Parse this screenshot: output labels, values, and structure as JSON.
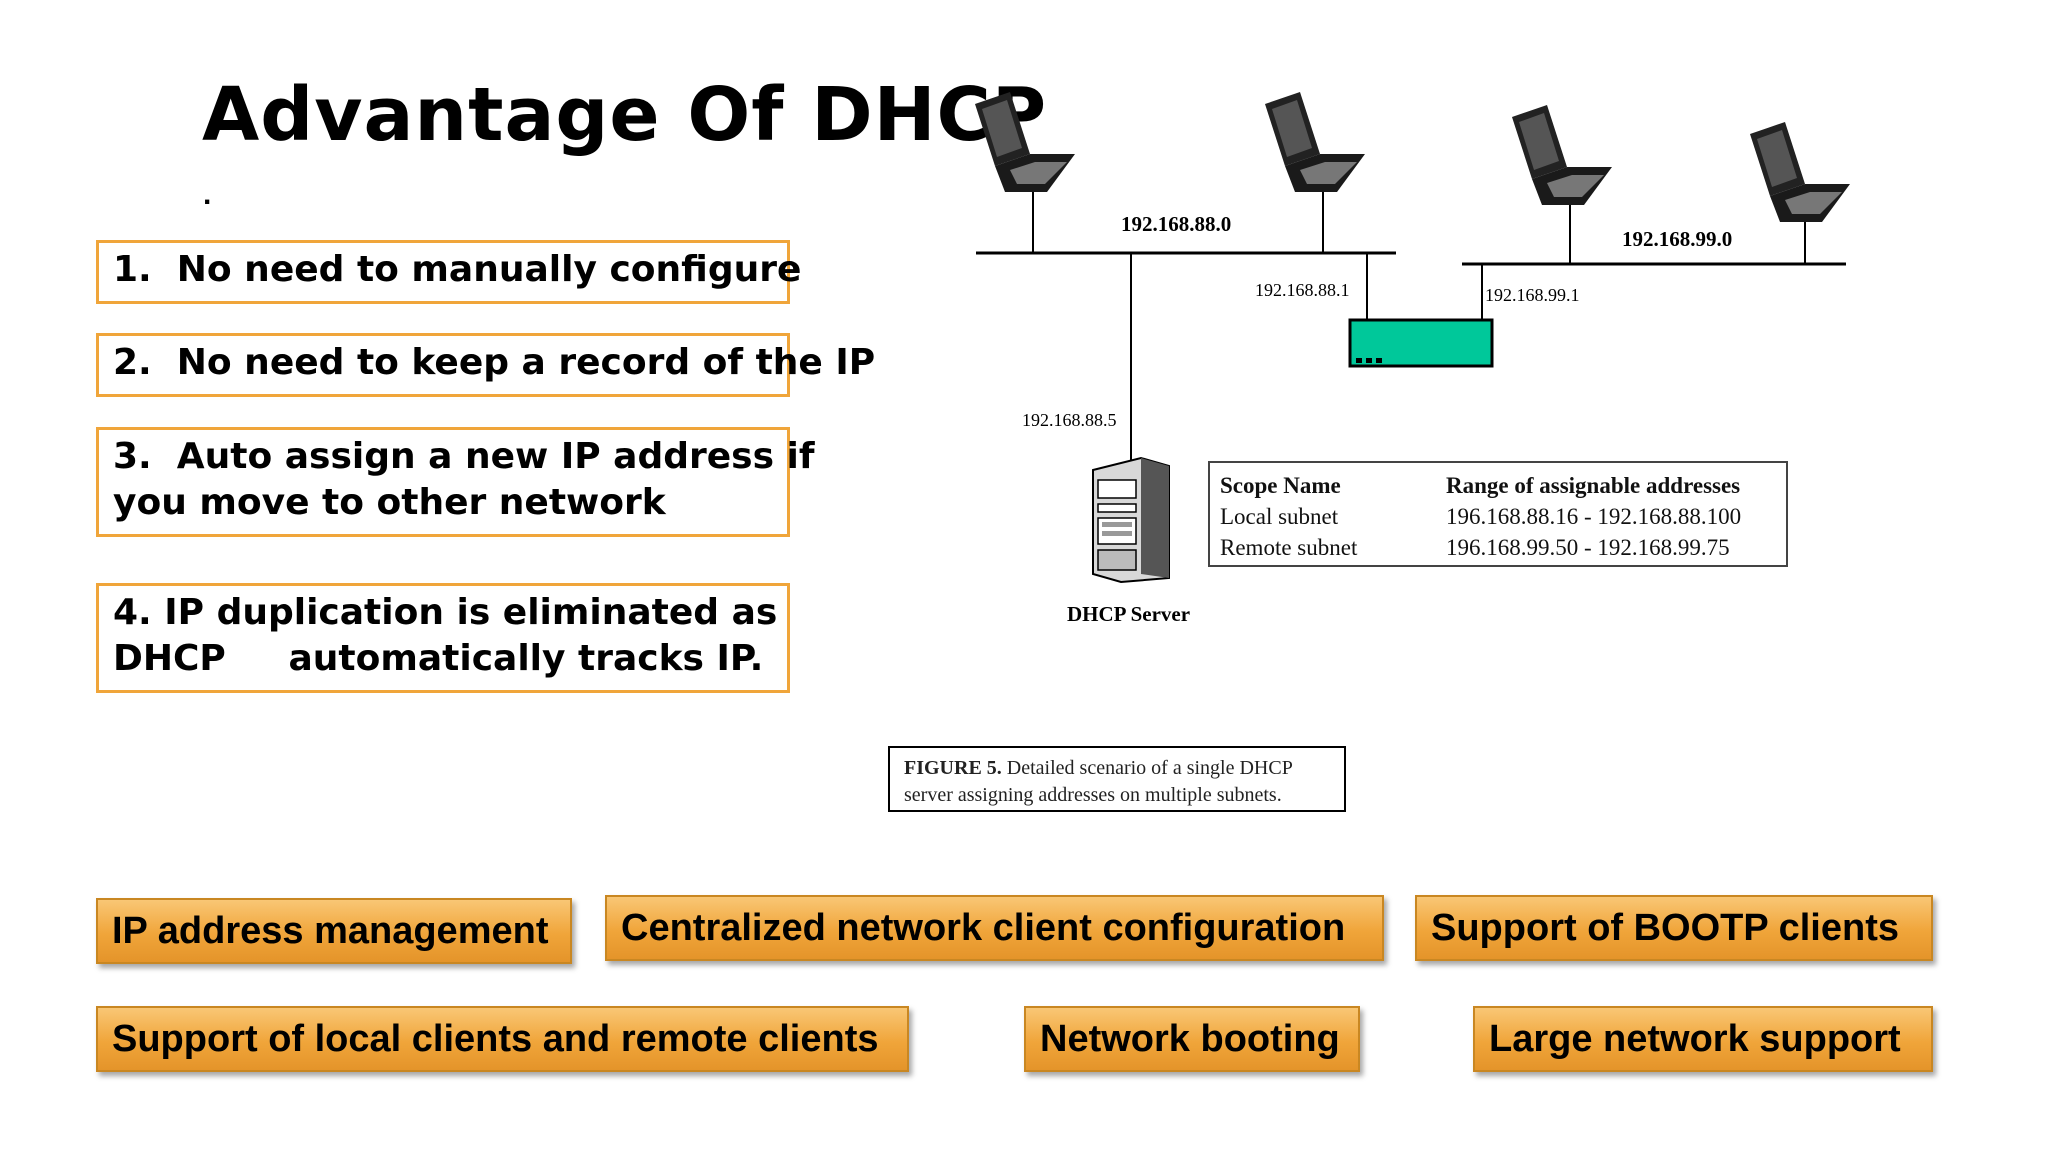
{
  "slide": {
    "title": "Advantage Of DHCP",
    "bullet_dot": "."
  },
  "points": [
    {
      "lines": [
        "1.  No need to manually configure"
      ]
    },
    {
      "lines": [
        "2.  No need to keep a record of the IP"
      ]
    },
    {
      "lines": [
        "3.  Auto assign a new IP address if",
        "you move to other network"
      ]
    },
    {
      "lines": [
        "4. IP duplication is eliminated as",
        "DHCP     automatically tracks IP."
      ]
    }
  ],
  "features": [
    "IP address management",
    "Centralized network client configuration",
    "Support of BOOTP clients",
    "Support of local clients and remote clients",
    "Network booting",
    "Large network support"
  ],
  "diagram": {
    "subnet_left": "192.168.88.0",
    "subnet_right": "192.168.99.0",
    "router_left_ip": "192.168.88.1",
    "router_right_ip": "192.168.99.1",
    "server_ip": "192.168.88.5",
    "server_label": "DHCP Server",
    "router_color": "#00c89a",
    "scope_table": {
      "header_left": "Scope Name",
      "header_right": "Range of assignable addresses",
      "rows": [
        {
          "name": "Local subnet",
          "range": "196.168.88.16 - 192.168.88.100"
        },
        {
          "name": "Remote subnet",
          "range": "196.168.99.50 - 192.168.99.75"
        }
      ]
    },
    "caption_bold": "FIGURE 5.",
    "caption_line1": " Detailed scenario of a single DHCP",
    "caption_line2": "server assigning addresses on multiple subnets."
  },
  "colors": {
    "point_border": "#f0a53a",
    "tag_fill": "#f0a53a"
  }
}
